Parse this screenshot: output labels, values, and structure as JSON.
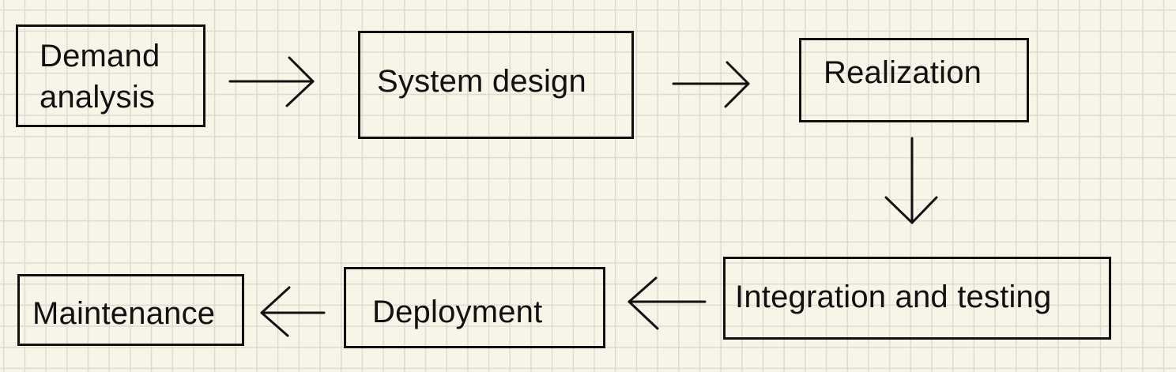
{
  "diagram": {
    "steps": [
      {
        "id": "demand",
        "label_line1": "Demand",
        "label_line2": "analysis"
      },
      {
        "id": "design",
        "label": "System design"
      },
      {
        "id": "realization",
        "label": "Realization"
      },
      {
        "id": "integration",
        "label": "Integration and testing"
      },
      {
        "id": "deployment",
        "label": "Deployment"
      },
      {
        "id": "maintenance",
        "label": "Maintenance"
      }
    ],
    "edges": [
      {
        "from": "demand",
        "to": "design"
      },
      {
        "from": "design",
        "to": "realization"
      },
      {
        "from": "realization",
        "to": "integration"
      },
      {
        "from": "integration",
        "to": "deployment"
      },
      {
        "from": "deployment",
        "to": "maintenance"
      }
    ],
    "colors": {
      "background": "#f8f5e8",
      "grid": "#dcdbd0",
      "stroke": "#111111"
    }
  }
}
